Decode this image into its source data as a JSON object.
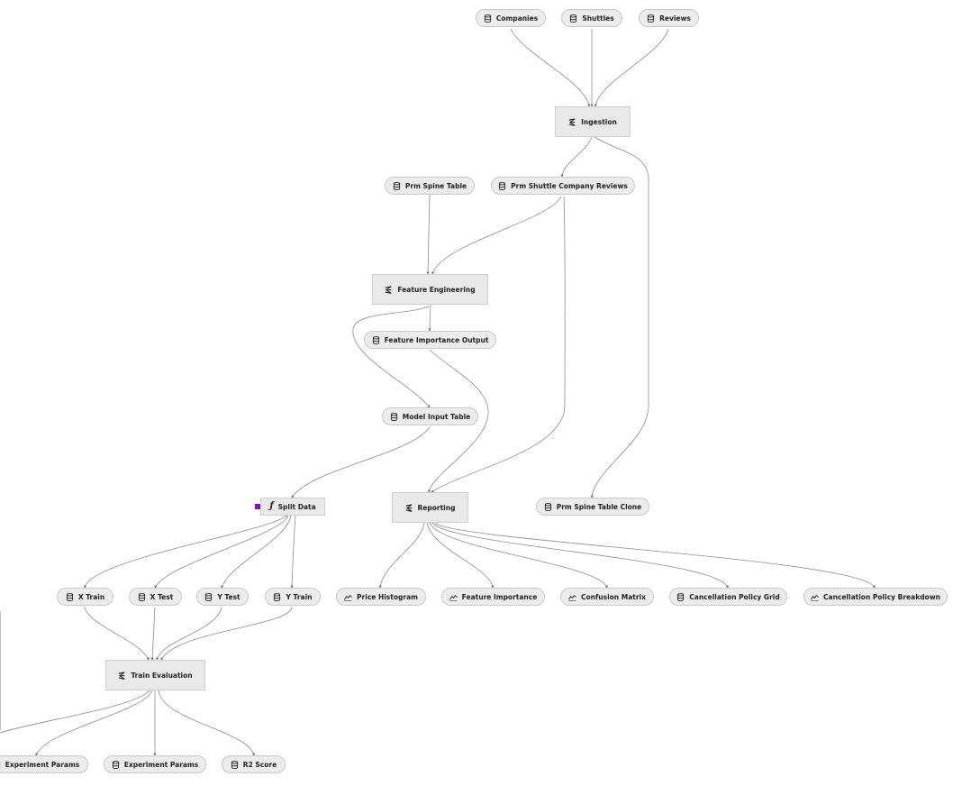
{
  "pipeline": {
    "datasets": {
      "companies": "Companies",
      "shuttles": "Shuttles",
      "reviews": "Reviews",
      "prm_spine_table": "Prm Spine Table",
      "prm_shuttle_company_reviews": "Prm Shuttle Company Reviews",
      "feature_importance_output": "Feature Importance Output",
      "model_input_table": "Model Input Table",
      "prm_spine_table_clone": "Prm Spine Table Clone",
      "x_train": "X Train",
      "x_test": "X Test",
      "y_test": "Y Test",
      "y_train": "Y Train",
      "cancellation_policy_grid": "Cancellation Policy Grid",
      "experiment_params_1": "Experiment Params",
      "experiment_params_2": "Experiment Params",
      "r2_score": "R2 Score"
    },
    "charts": {
      "price_histogram": "Price Histogram",
      "feature_importance": "Feature Importance",
      "confusion_matrix": "Confusion Matrix",
      "cancellation_policy_breakdown": "Cancellation Policy Breakdown"
    },
    "tasks": {
      "ingestion": "Ingestion",
      "feature_engineering": "Feature Engineering",
      "reporting": "Reporting",
      "train_evaluation": "Train Evaluation"
    },
    "functions": {
      "split_data": "Split Data"
    }
  },
  "colors": {
    "selected_marker": "#8a0cbf",
    "edge": "#8c8c8c",
    "node_fill": "#ececec"
  },
  "icons": {
    "dataset": "database-icon",
    "chart": "chart-line-icon",
    "task": "modular-pipeline-icon",
    "function": "function-icon"
  }
}
